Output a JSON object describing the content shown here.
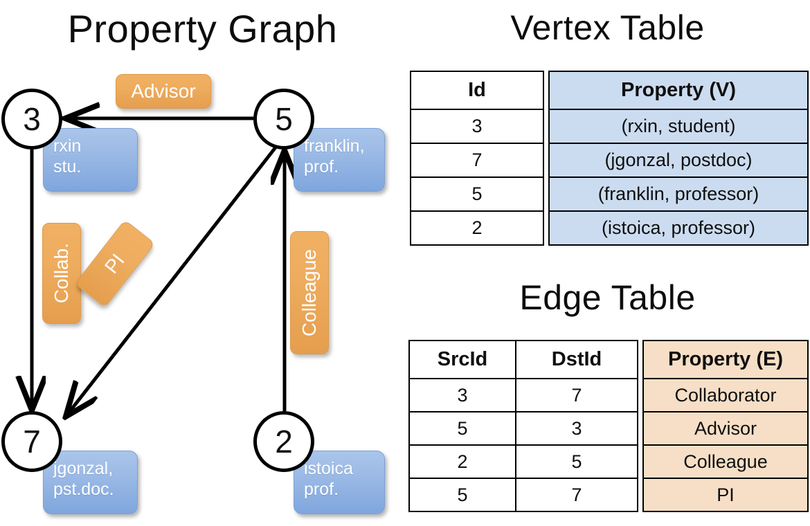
{
  "titles": {
    "graph": "Property Graph",
    "vertex_table": "Vertex Table",
    "edge_table": "Edge Table"
  },
  "graph": {
    "nodes": [
      {
        "id": "3",
        "property": "rxin\nstu."
      },
      {
        "id": "5",
        "property": "franklin,\nprof."
      },
      {
        "id": "7",
        "property": "jgonzal,\npst.doc."
      },
      {
        "id": "2",
        "property": "istoica\nprof."
      }
    ],
    "node_labels": {
      "n3": "3",
      "n5": "5",
      "n7": "7",
      "n2": "2"
    },
    "property_boxes": {
      "p3_line1": "rxin",
      "p3_line2": "stu.",
      "p5_line1": "franklin,",
      "p5_line2": "prof.",
      "p7_line1": "jgonzal,",
      "p7_line2": "pst.doc.",
      "p2_line1": "istoica",
      "p2_line2": "prof."
    },
    "edge_labels": {
      "advisor": "Advisor",
      "collab": "Collab.",
      "pi": "PI",
      "colleague": "Colleague"
    },
    "edges": [
      {
        "from": "5",
        "to": "3",
        "label": "Advisor"
      },
      {
        "from": "3",
        "to": "7",
        "label": "Collab."
      },
      {
        "from": "5",
        "to": "7",
        "label": "PI"
      },
      {
        "from": "2",
        "to": "5",
        "label": "Colleague"
      }
    ]
  },
  "vertex_table": {
    "headers": [
      "Id",
      "Property (V)"
    ],
    "rows": [
      {
        "id": "3",
        "property": "(rxin, student)"
      },
      {
        "id": "7",
        "property": "(jgonzal, postdoc)"
      },
      {
        "id": "5",
        "property": "(franklin, professor)"
      },
      {
        "id": "2",
        "property": "(istoica, professor)"
      }
    ]
  },
  "edge_table": {
    "headers": [
      "SrcId",
      "DstId",
      "Property (E)"
    ],
    "rows": [
      {
        "src": "3",
        "dst": "7",
        "property": "Collaborator"
      },
      {
        "src": "5",
        "dst": "3",
        "property": "Advisor"
      },
      {
        "src": "2",
        "dst": "5",
        "property": "Colleague"
      },
      {
        "src": "5",
        "dst": "7",
        "property": "PI"
      }
    ]
  },
  "colors": {
    "vertex_property_fill": "#ccdcf0",
    "edge_property_fill": "#f6dfc6",
    "node_box_blue": "#9dbbe6",
    "edge_label_orange": "#eeac5e",
    "stroke": "#000000",
    "background": "#ffffff"
  }
}
